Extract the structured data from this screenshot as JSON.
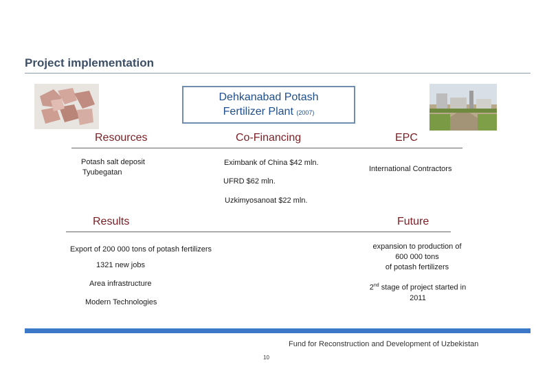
{
  "page": {
    "title": "Project implementation",
    "footer_org": "Fund for Reconstruction and Development of Uzbekistan",
    "page_number": "10"
  },
  "plant": {
    "name_line1": "Dehkanabad Potash",
    "name_line2": "Fertilizer Plant",
    "year": "(2007)"
  },
  "resources": {
    "heading": "Resources",
    "line1": "Potash salt deposit",
    "line2": "Tyubegatan"
  },
  "cofinancing": {
    "heading": "Co-Financing",
    "items": [
      "Eximbank of China $42 mln.",
      "UFRD $62 mln.",
      "Uzkimyosanoat $22 mln."
    ]
  },
  "epc": {
    "heading": "EPC",
    "text": "International Contractors"
  },
  "results": {
    "heading": "Results",
    "items": [
      "Export of 200 000 tons of potash fertilizers",
      "1321 new jobs",
      "Area infrastructure",
      "Modern Technologies"
    ]
  },
  "future": {
    "heading": "Future",
    "item1_line1": "expansion to production of",
    "item1_line2": "600 000 tons",
    "item1_line3": "of potash fertilizers",
    "item2_sup": "nd",
    "item2_num": "2",
    "item2_line1": "stage of project started in",
    "item2_line2": "2011"
  },
  "colors": {
    "accent_blue": "#3b78c7",
    "heading_red": "#7a1e24",
    "title_gray": "#3d4f66"
  }
}
